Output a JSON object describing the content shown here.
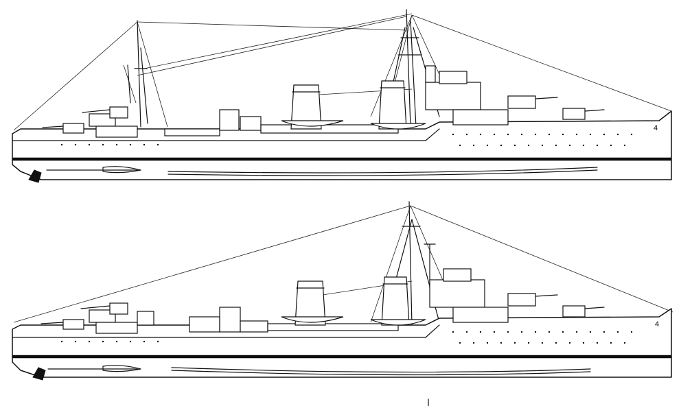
{
  "figure": {
    "description_visible_text": "",
    "profiles": [
      {
        "id": "upper",
        "pennant_mark": "4"
      },
      {
        "id": "lower",
        "pennant_mark": "4"
      }
    ],
    "line_color": "#111111",
    "background": "#ffffff"
  }
}
